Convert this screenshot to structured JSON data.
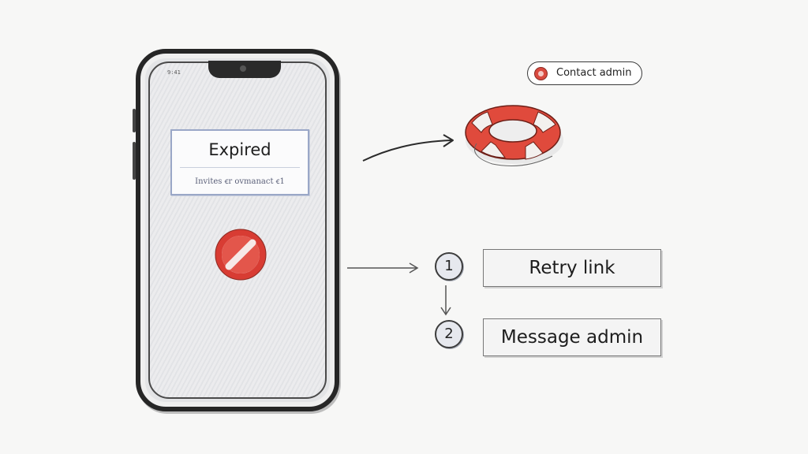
{
  "phone": {
    "status_left": "9:41",
    "status_right": "",
    "card": {
      "title": "Expired",
      "subtitle": "Invites ꞓr ovmanact ꞓ1"
    }
  },
  "contact": {
    "label": "Contact admin"
  },
  "steps": [
    {
      "number": "1",
      "label": "Retry link"
    },
    {
      "number": "2",
      "label": "Message admin"
    }
  ],
  "icons": {
    "blocked": "no-entry-icon",
    "help": "lifebuoy-icon",
    "contact": "speech-bubble-icon"
  },
  "colors": {
    "accent_red": "#d94a3f",
    "card_border": "#9aa7c7",
    "ink": "#2a2a2a"
  }
}
